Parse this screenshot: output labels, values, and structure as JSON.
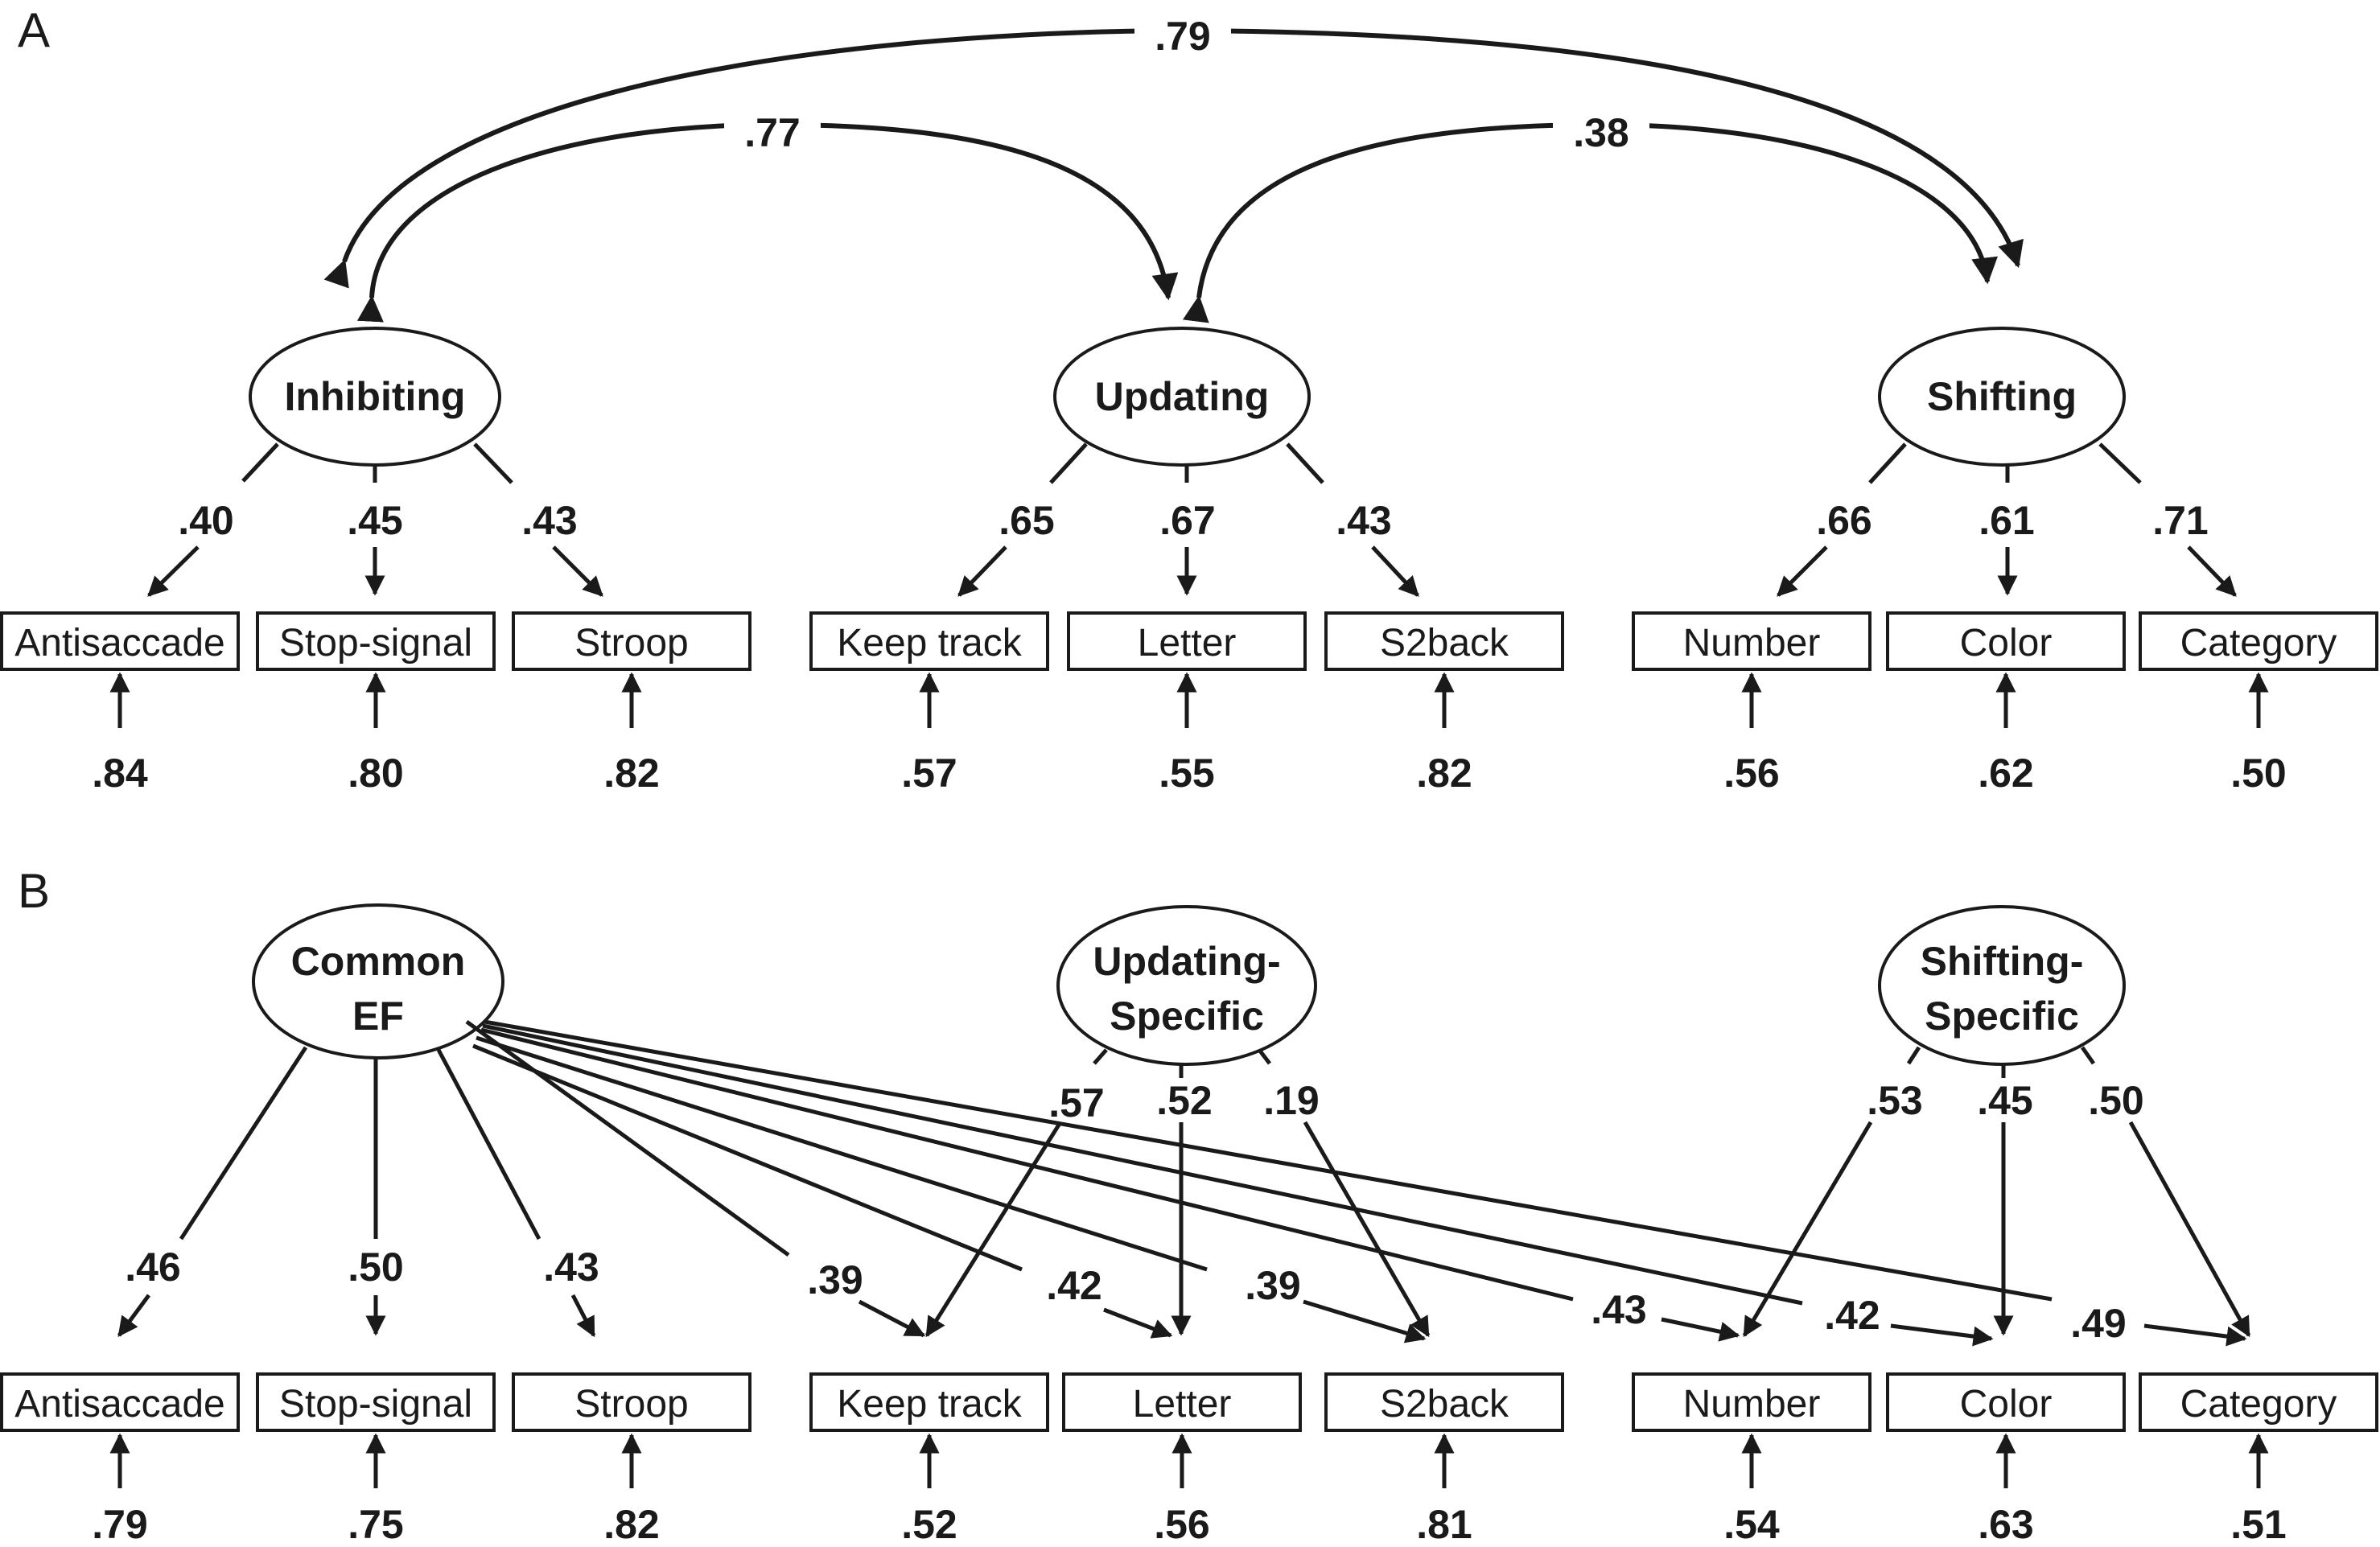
{
  "panelA": {
    "label": "A",
    "factors": {
      "inhibiting": "Inhibiting",
      "updating": "Updating",
      "shifting": "Shifting"
    },
    "correlations": {
      "inhibiting_shifting": ".79",
      "inhibiting_updating": ".77",
      "updating_shifting": ".38"
    },
    "loadings": {
      "antisaccade": ".40",
      "stop_signal": ".45",
      "stroop": ".43",
      "keep_track": ".65",
      "letter": ".67",
      "s2back": ".43",
      "number": ".66",
      "color": ".61",
      "category": ".71"
    },
    "errors": {
      "antisaccade": ".84",
      "stop_signal": ".80",
      "stroop": ".82",
      "keep_track": ".57",
      "letter": ".55",
      "s2back": ".82",
      "number": ".56",
      "color": ".62",
      "category": ".50"
    }
  },
  "panelB": {
    "label": "B",
    "factors": {
      "common_line1": "Common",
      "common_line2": "EF",
      "updating_line1": "Updating-",
      "updating_line2": "Specific",
      "shifting_line1": "Shifting-",
      "shifting_line2": "Specific"
    },
    "common_loadings": {
      "antisaccade": ".46",
      "stop_signal": ".50",
      "stroop": ".43",
      "keep_track": ".39",
      "letter": ".42",
      "s2back": ".39",
      "number": ".43",
      "color": ".42",
      "category": ".49"
    },
    "specific_loadings": {
      "keep_track": ".57",
      "letter": ".52",
      "s2back": ".19",
      "number": ".53",
      "color": ".45",
      "category": ".50"
    },
    "errors": {
      "antisaccade": ".79",
      "stop_signal": ".75",
      "stroop": ".82",
      "keep_track": ".52",
      "letter": ".56",
      "s2back": ".81",
      "number": ".54",
      "color": ".63",
      "category": ".51"
    }
  },
  "tasks": {
    "antisaccade": "Antisaccade",
    "stop_signal": "Stop-signal",
    "stroop": "Stroop",
    "keep_track": "Keep track",
    "letter": "Letter",
    "s2back": "S2back",
    "number": "Number",
    "color": "Color",
    "category": "Category"
  }
}
